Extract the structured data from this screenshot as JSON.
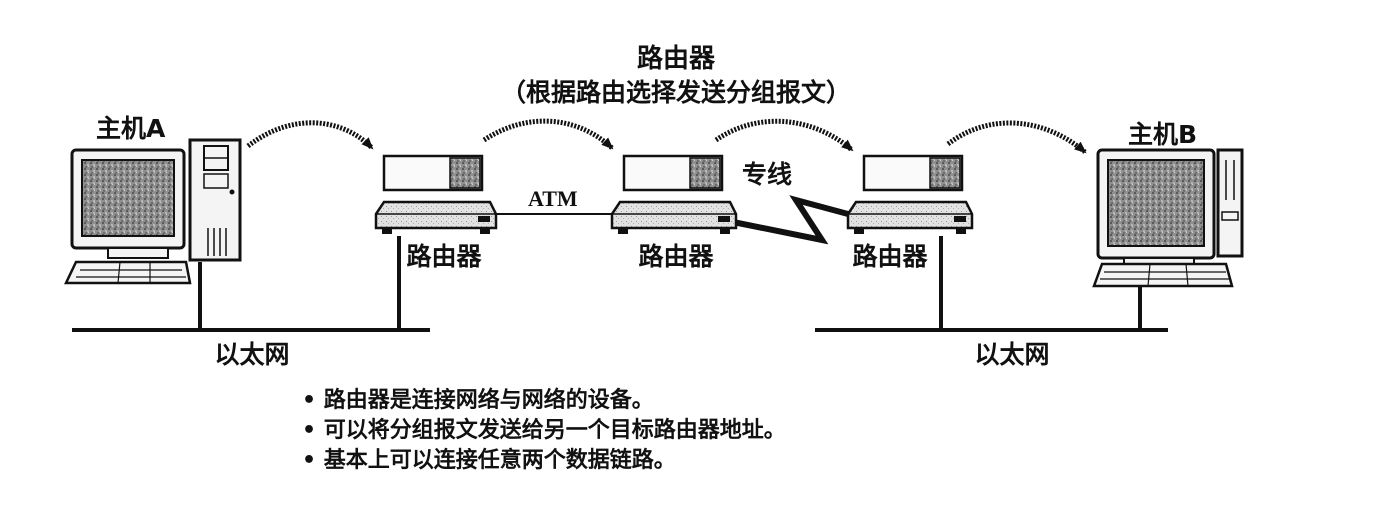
{
  "title": {
    "line1": "路由器",
    "line2": "（根据路由选择发送分组报文）"
  },
  "hosts": [
    {
      "id": "host-a",
      "label": "主机A"
    },
    {
      "id": "host-b",
      "label": "主机B"
    }
  ],
  "routers": [
    {
      "id": "router-1",
      "label": "路由器"
    },
    {
      "id": "router-2",
      "label": "路由器"
    },
    {
      "id": "router-3",
      "label": "路由器"
    }
  ],
  "links": {
    "atm": "ATM",
    "leased_line": "专线",
    "ethernet_left": "以太网",
    "ethernet_right": "以太网"
  },
  "notes": [
    "路由器是连接网络与网络的设备。",
    "可以将分组报文发送给另一个目标路由器地址。",
    "基本上可以连接任意两个数据链路。"
  ],
  "colors": {
    "ink": "#111111",
    "screen": "#8a8a8a",
    "device_body": "#e6e6e6",
    "packet_tag": "#9a9a9a"
  },
  "icons": [
    "computer-icon",
    "router-icon",
    "packet-icon",
    "arrow-icon"
  ]
}
